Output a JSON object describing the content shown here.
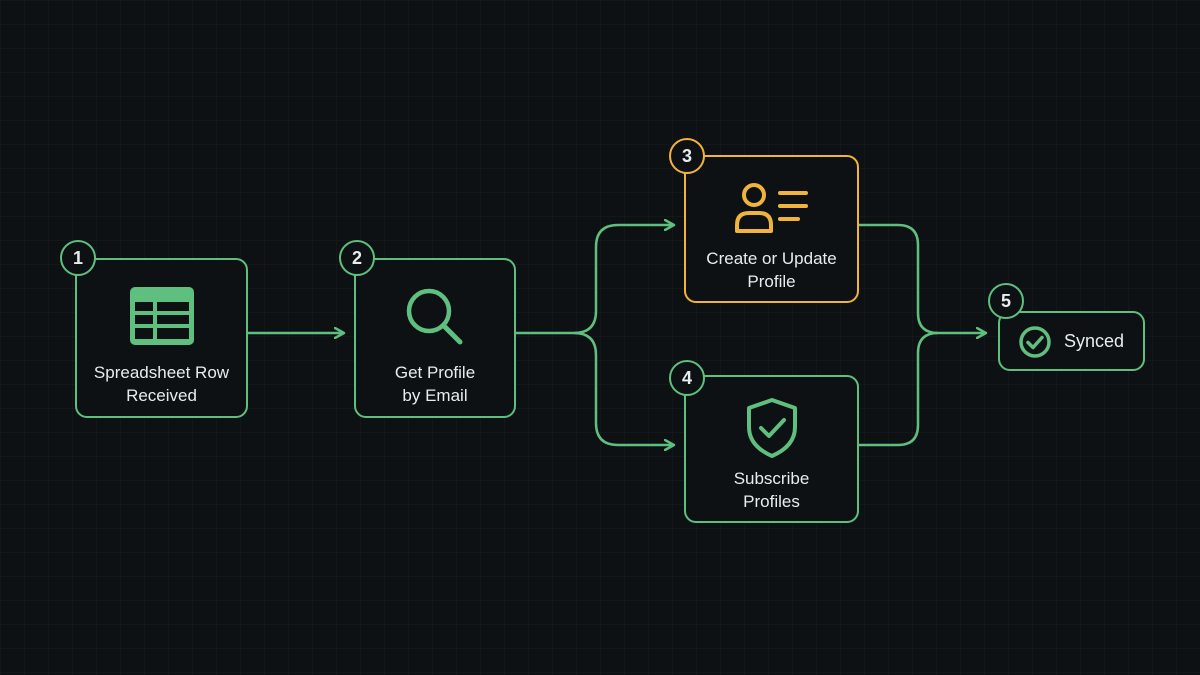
{
  "colors": {
    "background": "#0e1114",
    "green": "#5fbf7f",
    "orange": "#f0b43c",
    "text": "#e8ecef"
  },
  "nodes": [
    {
      "step": "1",
      "label_line1": "Spreadsheet Row",
      "label_line2": "Received",
      "icon": "spreadsheet-icon"
    },
    {
      "step": "2",
      "label_line1": "Get Profile",
      "label_line2": "by Email",
      "icon": "search-icon"
    },
    {
      "step": "3",
      "label_line1": "Create or Update",
      "label_line2": "Profile",
      "icon": "user-profile-icon"
    },
    {
      "step": "4",
      "label_line1": "Subscribe",
      "label_line2": "Profiles",
      "icon": "shield-check-icon"
    },
    {
      "step": "5",
      "label": "Synced",
      "icon": "check-circle-icon"
    }
  ]
}
